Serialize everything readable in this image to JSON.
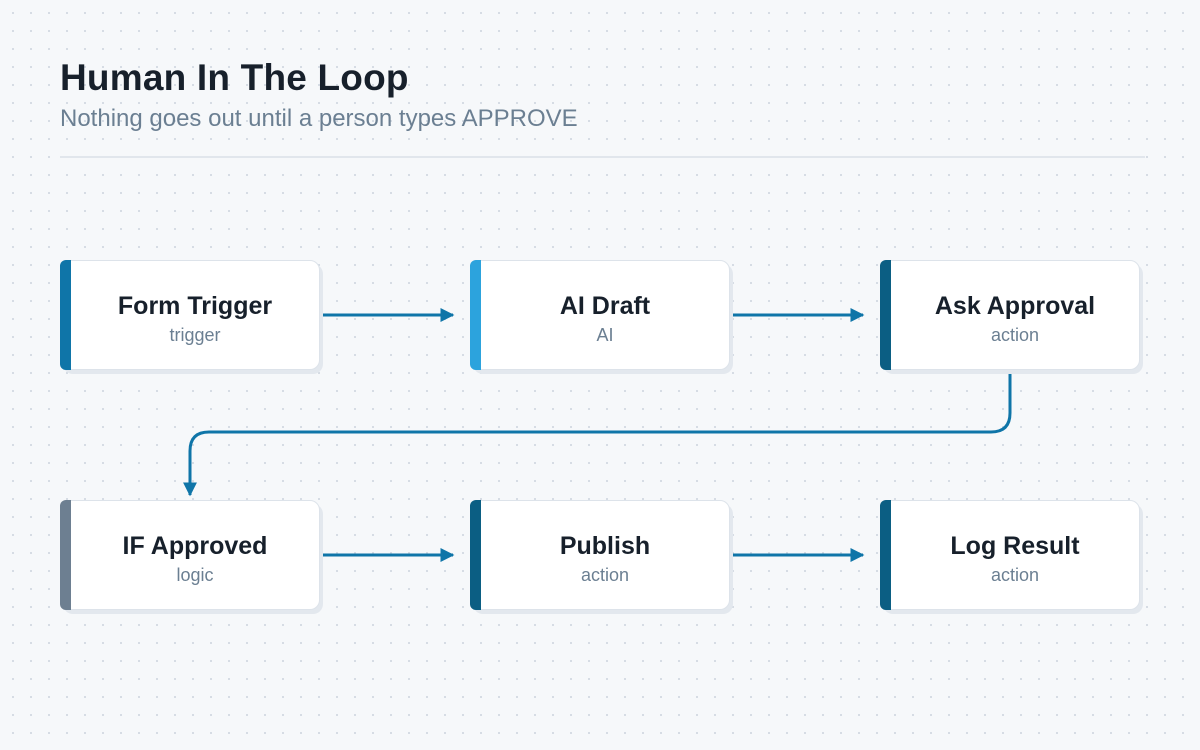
{
  "title": "Human In The Loop",
  "subtitle": "Nothing goes out until a person types APPROVE",
  "colors": {
    "background": "#f6f8fa",
    "connector": "#0f75a8",
    "trigger": "#0f75a8",
    "ai": "#2ca3dd",
    "action": "#0b5e83",
    "logic": "#6d7f91"
  },
  "nodes": [
    {
      "id": "form-trigger",
      "label": "Form Trigger",
      "kind": "trigger",
      "accent": "#0f75a8"
    },
    {
      "id": "ai-draft",
      "label": "AI Draft",
      "kind": "AI",
      "accent": "#2ca3dd"
    },
    {
      "id": "ask-approval",
      "label": "Ask Approval",
      "kind": "action",
      "accent": "#0b5e83"
    },
    {
      "id": "if-approved",
      "label": "IF Approved",
      "kind": "logic",
      "accent": "#6d7f91"
    },
    {
      "id": "publish",
      "label": "Publish",
      "kind": "action",
      "accent": "#0b5e83"
    },
    {
      "id": "log-result",
      "label": "Log Result",
      "kind": "action",
      "accent": "#0b5e83"
    }
  ],
  "edges": [
    {
      "from": "form-trigger",
      "to": "ai-draft"
    },
    {
      "from": "ai-draft",
      "to": "ask-approval"
    },
    {
      "from": "ask-approval",
      "to": "if-approved"
    },
    {
      "from": "if-approved",
      "to": "publish"
    },
    {
      "from": "publish",
      "to": "log-result"
    }
  ]
}
